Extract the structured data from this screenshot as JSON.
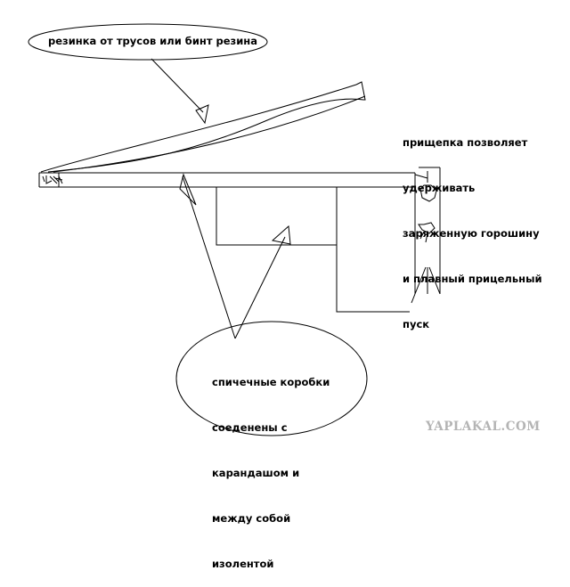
{
  "annotations": {
    "band": {
      "text": "резинка от трусов или бинт резина"
    },
    "clothespin": {
      "lines": [
        "прищепка позволяет",
        "удерживать",
        "заряженную горошину",
        "и плавный прицельный",
        "пуск"
      ]
    },
    "matchboxes": {
      "lines": [
        "спичечные коробки",
        "соеденены с",
        "карандашом и",
        "между собой",
        "изолентой"
      ]
    }
  },
  "watermark": {
    "text": "YAPLAKAL.COM"
  },
  "colors": {
    "ink": "#000000",
    "paper": "#ffffff",
    "watermark": "#b4b4b4"
  }
}
